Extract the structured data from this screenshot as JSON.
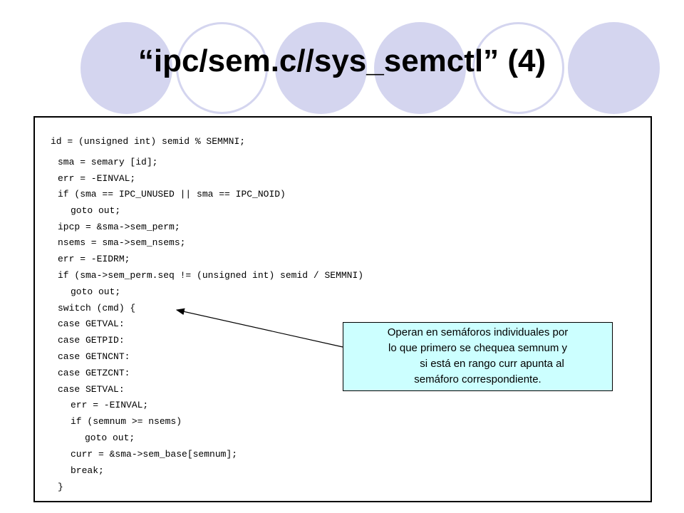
{
  "slide": {
    "title": "“ipc/sem.c//sys_semctl” (4)",
    "code_lines": [
      "id = (unsigned int) semid % SEMMNI;",
      "sma = semary [id];",
      "err = -EINVAL;",
      "if (sma == IPC_UNUSED || sma == IPC_NOID)",
      "goto out;",
      "ipcp = &sma->sem_perm;",
      "nsems = sma->sem_nsems;",
      "err = -EIDRM;",
      "if (sma->sem_perm.seq != (unsigned int) semid / SEMMNI)",
      "goto out;",
      "switch (cmd) {",
      "case GETVAL:",
      "case GETPID:",
      "case GETNCNT:",
      "case GETZCNT:",
      "case SETVAL:",
      "err = -EINVAL;",
      "if (semnum >= nsems)",
      "goto out;",
      "curr = &sma->sem_base[semnum];",
      "break;",
      "}"
    ],
    "callout_lines": [
      "Operan en semáforos individuales por",
      "lo que primero se chequea semnum y",
      "si está en rango curr apunta al",
      "semáforo correspondiente."
    ],
    "colors": {
      "decor": "#d4d5ef",
      "callout_bg": "#ccffff",
      "border": "#000000"
    }
  }
}
